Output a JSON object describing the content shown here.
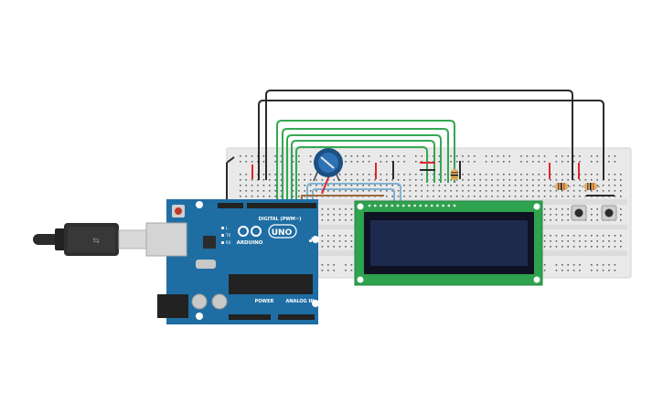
{
  "arduino": {
    "brand": "ARDUINO",
    "model": "UNO",
    "digital_label": "DIGITAL (PWM~)",
    "power_label": "POWER",
    "analog_label": "ANALOG IN",
    "on_label": "ON",
    "tx_label": "TX",
    "rx_label": "RX",
    "l_label": "L",
    "board_color": "#1f6ea3"
  },
  "breadboard": {
    "color": "#e9e9e9",
    "hole_color": "#5f5f5f"
  },
  "lcd": {
    "pcb_color": "#2ea24e",
    "screen_color": "#1d2a4e",
    "frame_color": "#0e1222"
  },
  "wires": {
    "green": "#34a853",
    "black": "#2b2b2b",
    "red": "#e0242b",
    "blue": "#7fb3d5",
    "brown": "#9b6b3e"
  },
  "components": {
    "usb_cable": "usb-cable-icon",
    "potentiometer": "potentiometer-icon",
    "resistor": "resistor-icon",
    "pushbutton": "pushbutton-icon"
  }
}
